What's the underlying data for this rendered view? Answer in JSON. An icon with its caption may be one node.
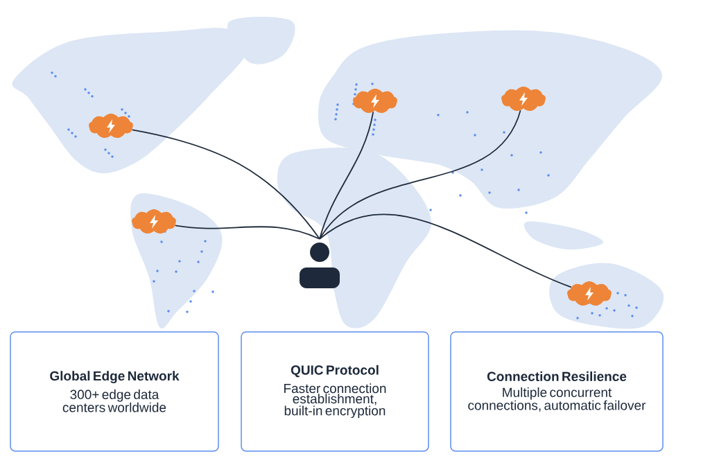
{
  "diagram": {
    "nodes": [
      {
        "text": [],
        "shape": "cloud"
      },
      {
        "text": [],
        "shape": "cloud"
      },
      {
        "text": [],
        "shape": "cloud"
      },
      {
        "text": [],
        "shape": "cloud"
      },
      {
        "text": [],
        "shape": "cloud"
      },
      {
        "text": [],
        "shape": "person"
      },
      {
        "text": [
          "Global Edge Network",
          "300+ edge data centers worldwide"
        ]
      },
      {
        "text": [
          "QUIC Protocol",
          "Faster connection establishment, built-in encryption"
        ]
      },
      {
        "text": [
          "Connection Resilience",
          "Multiple concurrent connections, automatic failover"
        ]
      }
    ],
    "edges": [
      {
        "from": 5,
        "to": 0,
        "arrow": "none"
      },
      {
        "from": 5,
        "to": 3,
        "arrow": "none"
      },
      {
        "from": 5,
        "to": 1,
        "arrow": "none"
      },
      {
        "from": 5,
        "to": 2,
        "arrow": "none"
      },
      {
        "from": 5,
        "to": 4,
        "arrow": "none"
      }
    ]
  }
}
